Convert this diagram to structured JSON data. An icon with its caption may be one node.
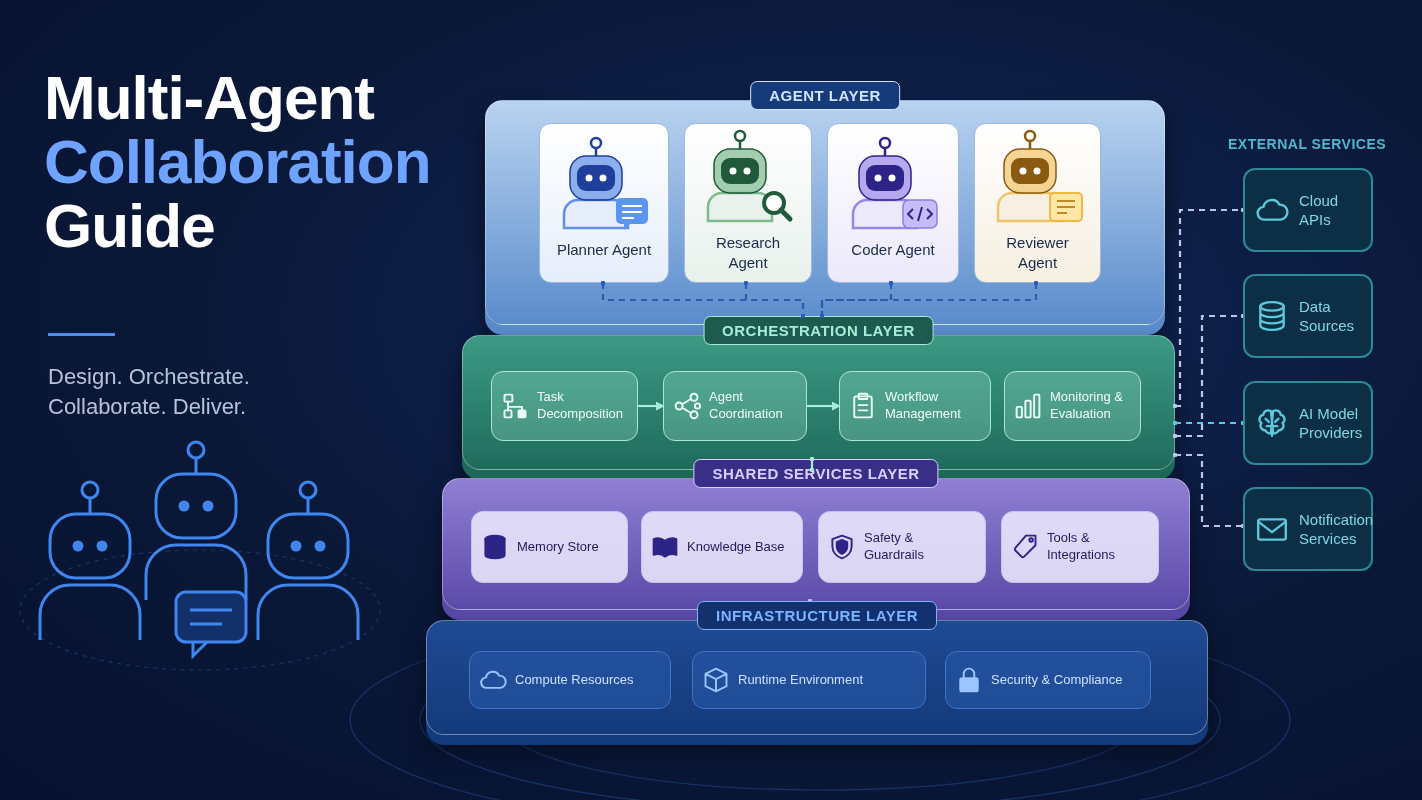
{
  "diagram": {
    "title": "Multi-Agent Collaboration Guide",
    "nodes": [
      {
        "text": [
          "AGENT LAYER"
        ]
      },
      {
        "text": [
          "Planner Agent"
        ],
        "in": 0
      },
      {
        "text": [
          "Research Agent"
        ],
        "in": 0
      },
      {
        "text": [
          "Coder Agent"
        ],
        "in": 0
      },
      {
        "text": [
          "Reviewer Agent"
        ],
        "in": 0
      },
      {
        "text": [
          "ORCHESTRATION LAYER"
        ]
      },
      {
        "text": [
          "Task Decomposition"
        ],
        "in": 5
      },
      {
        "text": [
          "Agent Coordination"
        ],
        "in": 5
      },
      {
        "text": [
          "Workflow Management"
        ],
        "in": 5
      },
      {
        "text": [
          "Monitoring & Evaluation"
        ],
        "in": 5
      },
      {
        "text": [
          "SHARED SERVICES LAYER"
        ]
      },
      {
        "text": [
          "Memory Store"
        ],
        "in": 10
      },
      {
        "text": [
          "Knowledge Base"
        ],
        "in": 10
      },
      {
        "text": [
          "Safety & Guardrails"
        ],
        "in": 10
      },
      {
        "text": [
          "Tools & Integrations"
        ],
        "in": 10
      },
      {
        "text": [
          "INFRASTRUCTURE LAYER"
        ]
      },
      {
        "text": [
          "Compute Resources"
        ],
        "in": 15
      },
      {
        "text": [
          "Runtime Environment"
        ],
        "in": 15
      },
      {
        "text": [
          "Security & Compliance"
        ],
        "in": 15
      },
      {
        "text": [
          "Cloud APIs"
        ]
      },
      {
        "text": [
          "Data Sources"
        ]
      },
      {
        "text": [
          "AI Model Providers"
        ]
      },
      {
        "text": [
          "Notification Services"
        ]
      }
    ],
    "edges": [
      {
        "from": 1,
        "to": 5,
        "arrow": "other",
        "style": "dashed",
        "color": "#2a5cb0"
      },
      {
        "from": 2,
        "to": 5,
        "arrow": "other",
        "style": "dashed",
        "color": "#2a5cb0"
      },
      {
        "from": 3,
        "to": 5,
        "arrow": "other",
        "style": "dashed",
        "color": "#2a5cb0"
      },
      {
        "from": 4,
        "to": 5,
        "arrow": "other",
        "style": "dashed",
        "color": "#2a5cb0"
      },
      {
        "from": 6,
        "to": 7,
        "arrow": "to",
        "color": "#a8ecd8"
      },
      {
        "from": 7,
        "to": 8,
        "arrow": "to",
        "color": "#a8ecd8"
      },
      {
        "from": 5,
        "to": 10,
        "arrow": "other",
        "color": "#a8ecd8"
      },
      {
        "from": 10,
        "to": 15,
        "arrow": "other",
        "color": "#c8bff2"
      },
      {
        "from": 5,
        "to": 19,
        "arrow": "other",
        "style": "dashed",
        "color": "#b8c8ea"
      },
      {
        "from": 5,
        "to": 20,
        "arrow": "other",
        "style": "dashed",
        "color": "#b8c8ea"
      },
      {
        "from": 5,
        "to": 21,
        "arrow": "other",
        "style": "dashed",
        "color": "#5cc8dc"
      },
      {
        "from": 5,
        "to": 22,
        "arrow": "other",
        "style": "dashed",
        "color": "#b8c8ea"
      }
    ],
    "labels": [
      "Design. Orchestrate. Collaborate. Deliver.",
      "EXTERNAL SERVICES"
    ]
  }
}
